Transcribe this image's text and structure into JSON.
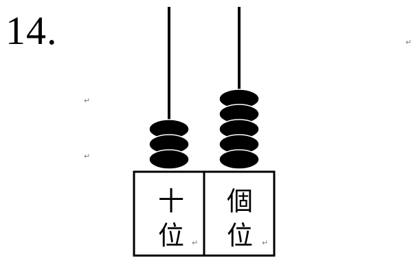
{
  "question": {
    "number": "14."
  },
  "paragraph_mark": "↵",
  "abacus": {
    "rods": [
      {
        "place": "十位",
        "label_top": "十",
        "label_bottom": "位",
        "beads": 3
      },
      {
        "place": "個位",
        "label_top": "個",
        "label_bottom": "位",
        "beads": 5
      }
    ],
    "bead_color": "#000000",
    "rod_color": "#000000",
    "box_border_color": "#000000"
  }
}
